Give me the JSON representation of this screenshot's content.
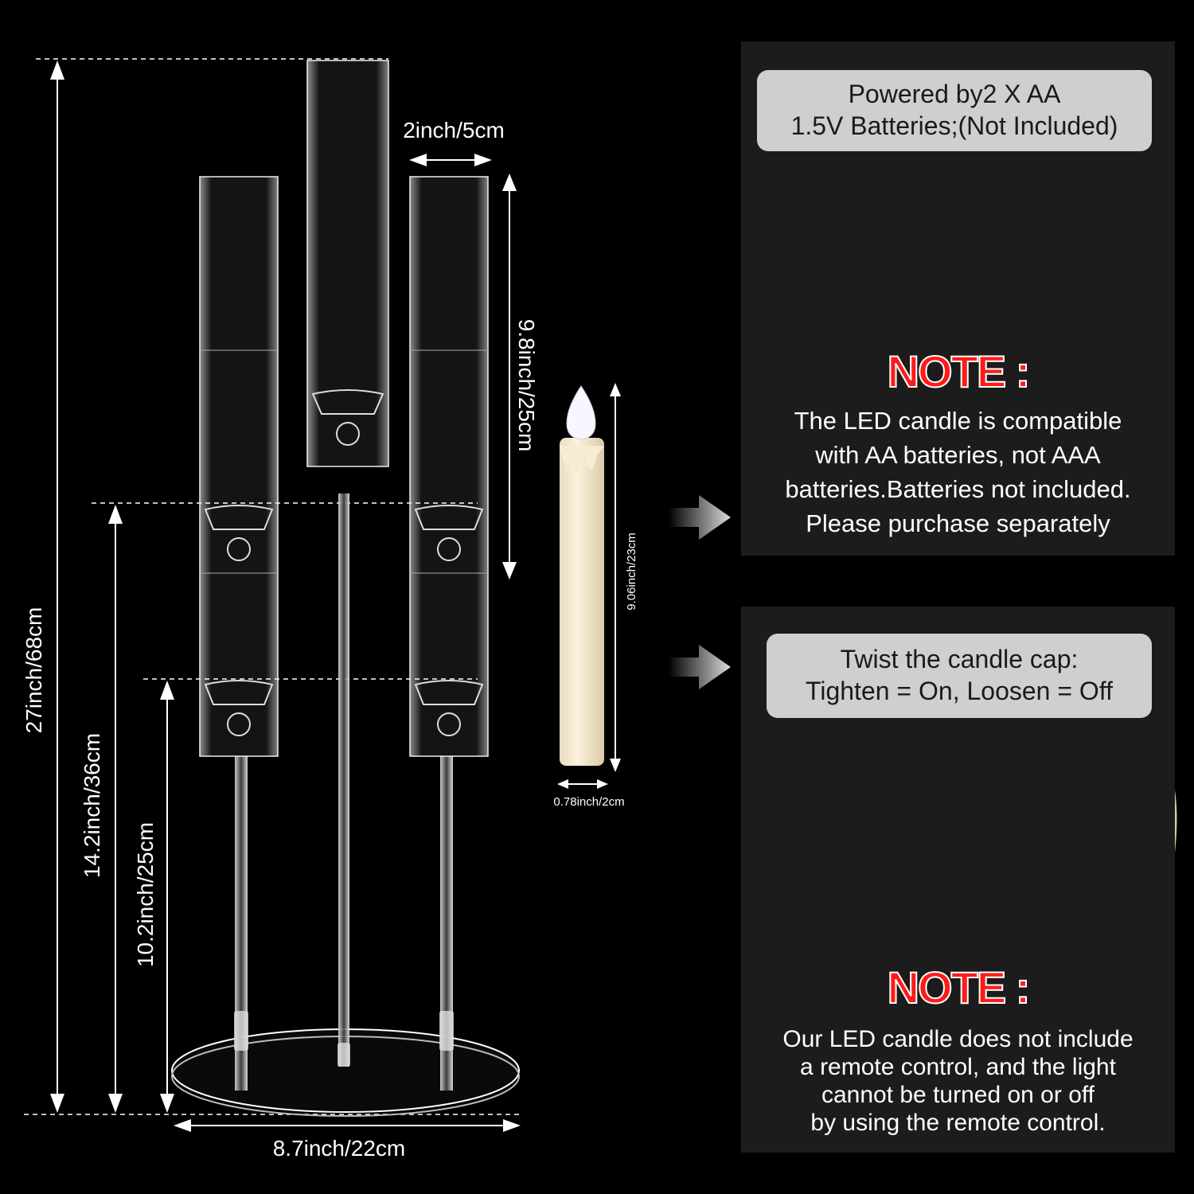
{
  "dimensions": {
    "total_height": "27inch/68cm",
    "middle_height": "14.2inch/36cm",
    "lower_height": "10.2inch/25cm",
    "tube_height": "9.8inch/25cm",
    "tube_width": "2inch/5cm",
    "base_width": "8.7inch/22cm",
    "candle_height": "9.06inch/23cm",
    "candle_width": "0.78inch/2cm"
  },
  "panel_top": {
    "battery_info": [
      "Powered by2 X AA",
      "1.5V Batteries;(Not Included)"
    ],
    "note_title": "NOTE :",
    "note_lines": [
      "The LED candle is compatible",
      "with AA batteries, not AAA",
      "batteries.Batteries not included.",
      "Please purchase separately"
    ]
  },
  "panel_bottom": {
    "instruction": [
      "Twist the candle cap:",
      "Tighten = On, Loosen = Off"
    ],
    "note_title": "NOTE :",
    "note_lines": [
      "Our LED candle does not include",
      "a remote control, and the light",
      "cannot be turned on or off",
      "by using the remote control."
    ]
  },
  "colors": {
    "note_red": "#ff1a1a",
    "panel_bg": "#1c1c1c",
    "pill_bg": "#cfcfcf"
  }
}
